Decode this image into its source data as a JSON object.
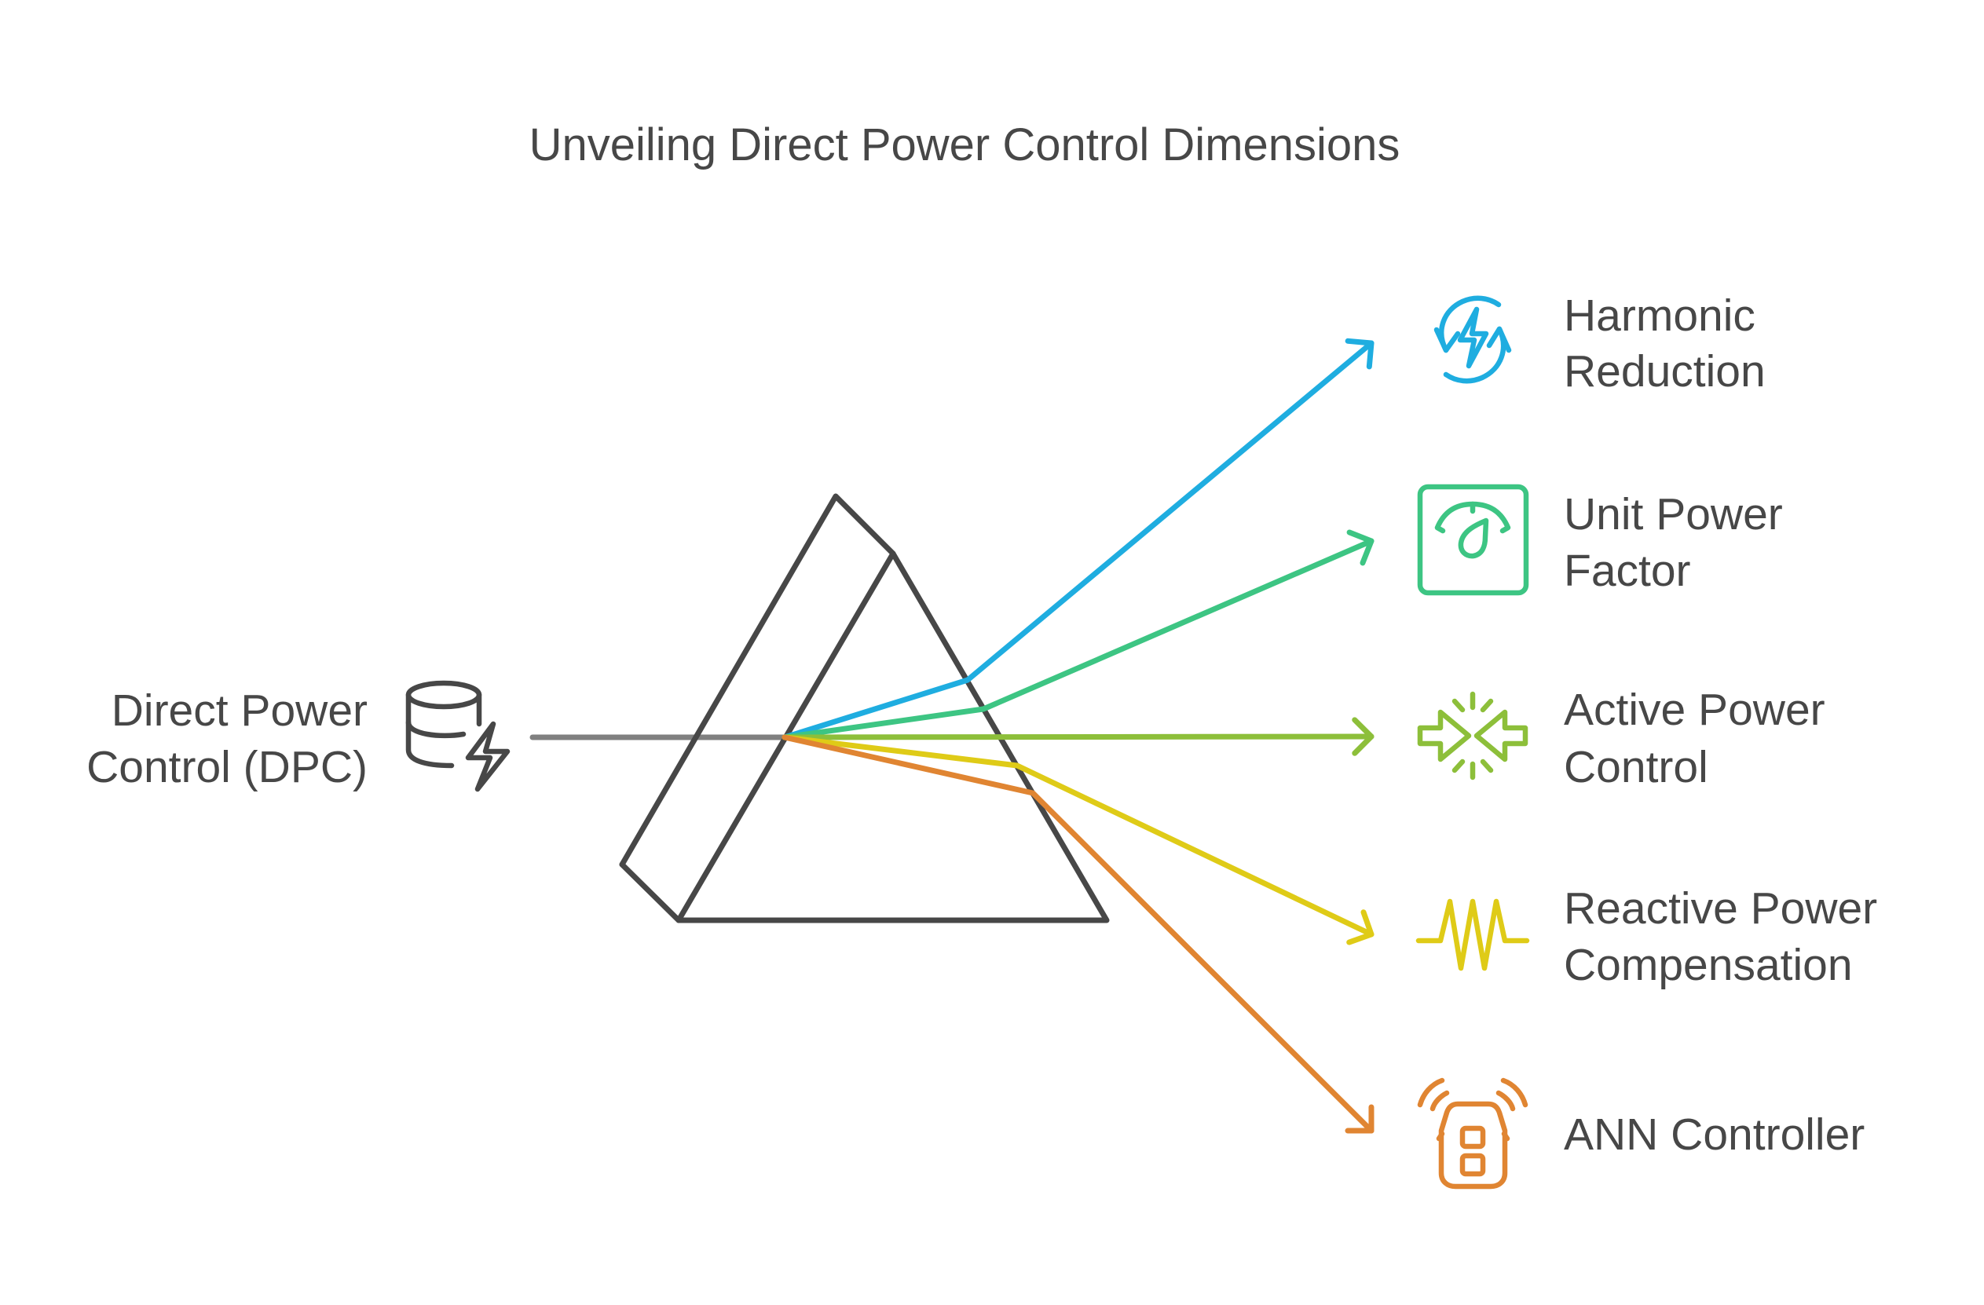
{
  "title": "Unveiling Direct Power Control Dimensions",
  "source": {
    "label_lines": [
      "Direct Power",
      "Control (DPC)"
    ],
    "icon": "database-bolt-icon",
    "color": "#474747",
    "beam_color": "#808080"
  },
  "outputs": [
    {
      "label_lines": [
        "Harmonic",
        "Reduction"
      ],
      "icon": "cycle-bolt-icon",
      "color": "#1fade0"
    },
    {
      "label_lines": [
        "Unit Power",
        "Factor"
      ],
      "icon": "gauge-icon",
      "color": "#3dc583"
    },
    {
      "label_lines": [
        "Active Power",
        "Control"
      ],
      "icon": "converging-arrows-icon",
      "color": "#8dbf3a"
    },
    {
      "label_lines": [
        "Reactive Power",
        "Compensation"
      ],
      "icon": "waveform-icon",
      "color": "#dfcb17"
    },
    {
      "label_lines": [
        "ANN Controller"
      ],
      "icon": "remote-controller-icon",
      "color": "#e08532"
    }
  ],
  "text_color": "#474747"
}
